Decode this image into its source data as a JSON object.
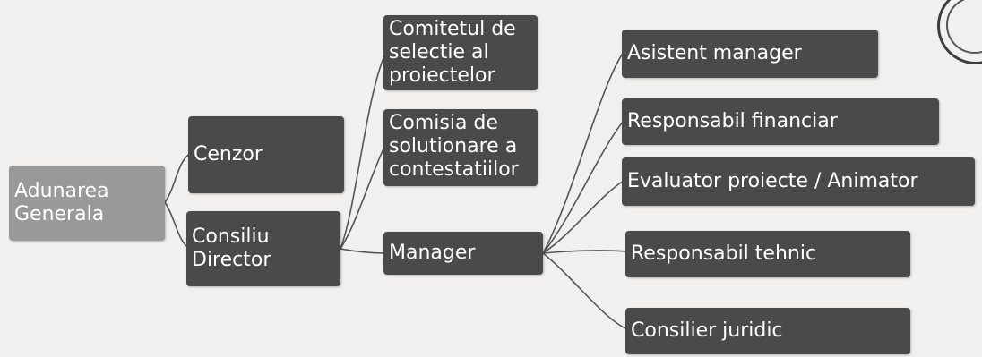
{
  "nodes": {
    "adunarea": "Adunarea\nGenerala",
    "cenzor": "Cenzor",
    "consiliu": "Consiliu\nDirector",
    "comitetul": "Comitetul de\nselectie al\nproiectelor",
    "comisia": "Comisia de\nsolutionare a\ncontestatiilor",
    "manager": "Manager",
    "asistent": "Asistent manager",
    "financiar": "Responsabil financiar",
    "evaluator": "Evaluator proiecte / Animator",
    "tehnic": "Responsabil tehnic",
    "juridic": "Consilier juridic"
  },
  "colors": {
    "dark_node": "#4a4a4a",
    "root_node": "#999999",
    "connector": "#555555",
    "background": "#f1f0ee"
  }
}
